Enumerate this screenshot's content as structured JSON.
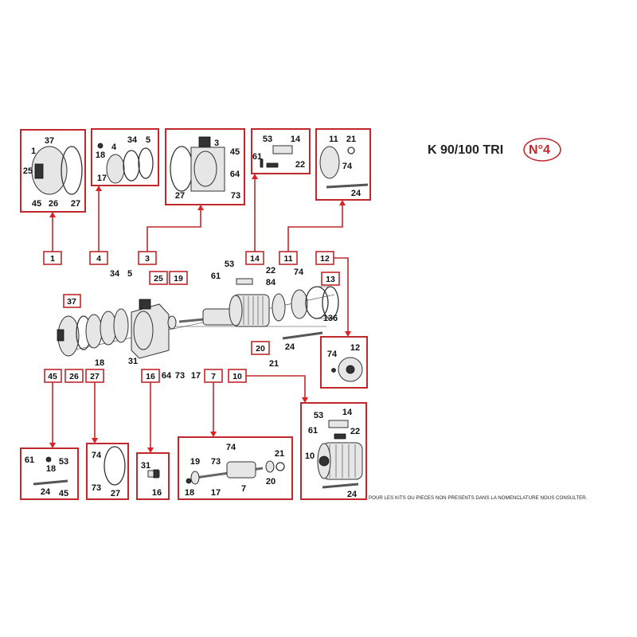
{
  "title": "K 90/100 TRI",
  "diagram_number": "N°4",
  "footer_note": "POUR LES KITS OU PIECES NON PRESENTS DANS LA NOMENCLATURE NOUS CONSULTER.",
  "colors": {
    "accent": "#c0282d",
    "arrow": "#e02020"
  },
  "kits_top": [
    {
      "ref": "1",
      "parts": [
        "37",
        "1",
        "25",
        "45",
        "26",
        "27"
      ]
    },
    {
      "ref": "4",
      "parts": [
        "18",
        "17",
        "4",
        "34",
        "5"
      ]
    },
    {
      "ref": "3",
      "parts": [
        "3",
        "45",
        "64",
        "73",
        "27"
      ]
    },
    {
      "ref": "14",
      "parts": [
        "53",
        "14",
        "61",
        "22"
      ]
    },
    {
      "ref": "11",
      "parts": [
        "11",
        "21",
        "74",
        "24"
      ]
    }
  ],
  "tags": [
    "1",
    "4",
    "3",
    "14",
    "11",
    "12",
    "13",
    "25",
    "19",
    "37",
    "20",
    "45",
    "26",
    "27",
    "16",
    "7",
    "10"
  ],
  "main_labels": [
    "34",
    "5",
    "61",
    "53",
    "22",
    "84",
    "74",
    "136",
    "24",
    "21",
    "18",
    "31",
    "64",
    "73",
    "17"
  ],
  "kit_12": {
    "ref": "12",
    "parts": [
      "74",
      "12"
    ]
  },
  "kits_bottom": [
    {
      "ref": "45",
      "parts": [
        "61",
        "18",
        "53",
        "24",
        "45"
      ]
    },
    {
      "ref": "27",
      "parts": [
        "74",
        "73",
        "27"
      ]
    },
    {
      "ref": "16",
      "parts": [
        "31",
        "16"
      ]
    },
    {
      "ref": "7",
      "parts": [
        "19",
        "73",
        "74",
        "21",
        "20",
        "18",
        "17",
        "7"
      ]
    },
    {
      "ref": "10",
      "parts": [
        "53",
        "14",
        "61",
        "22",
        "10",
        "24"
      ]
    }
  ]
}
